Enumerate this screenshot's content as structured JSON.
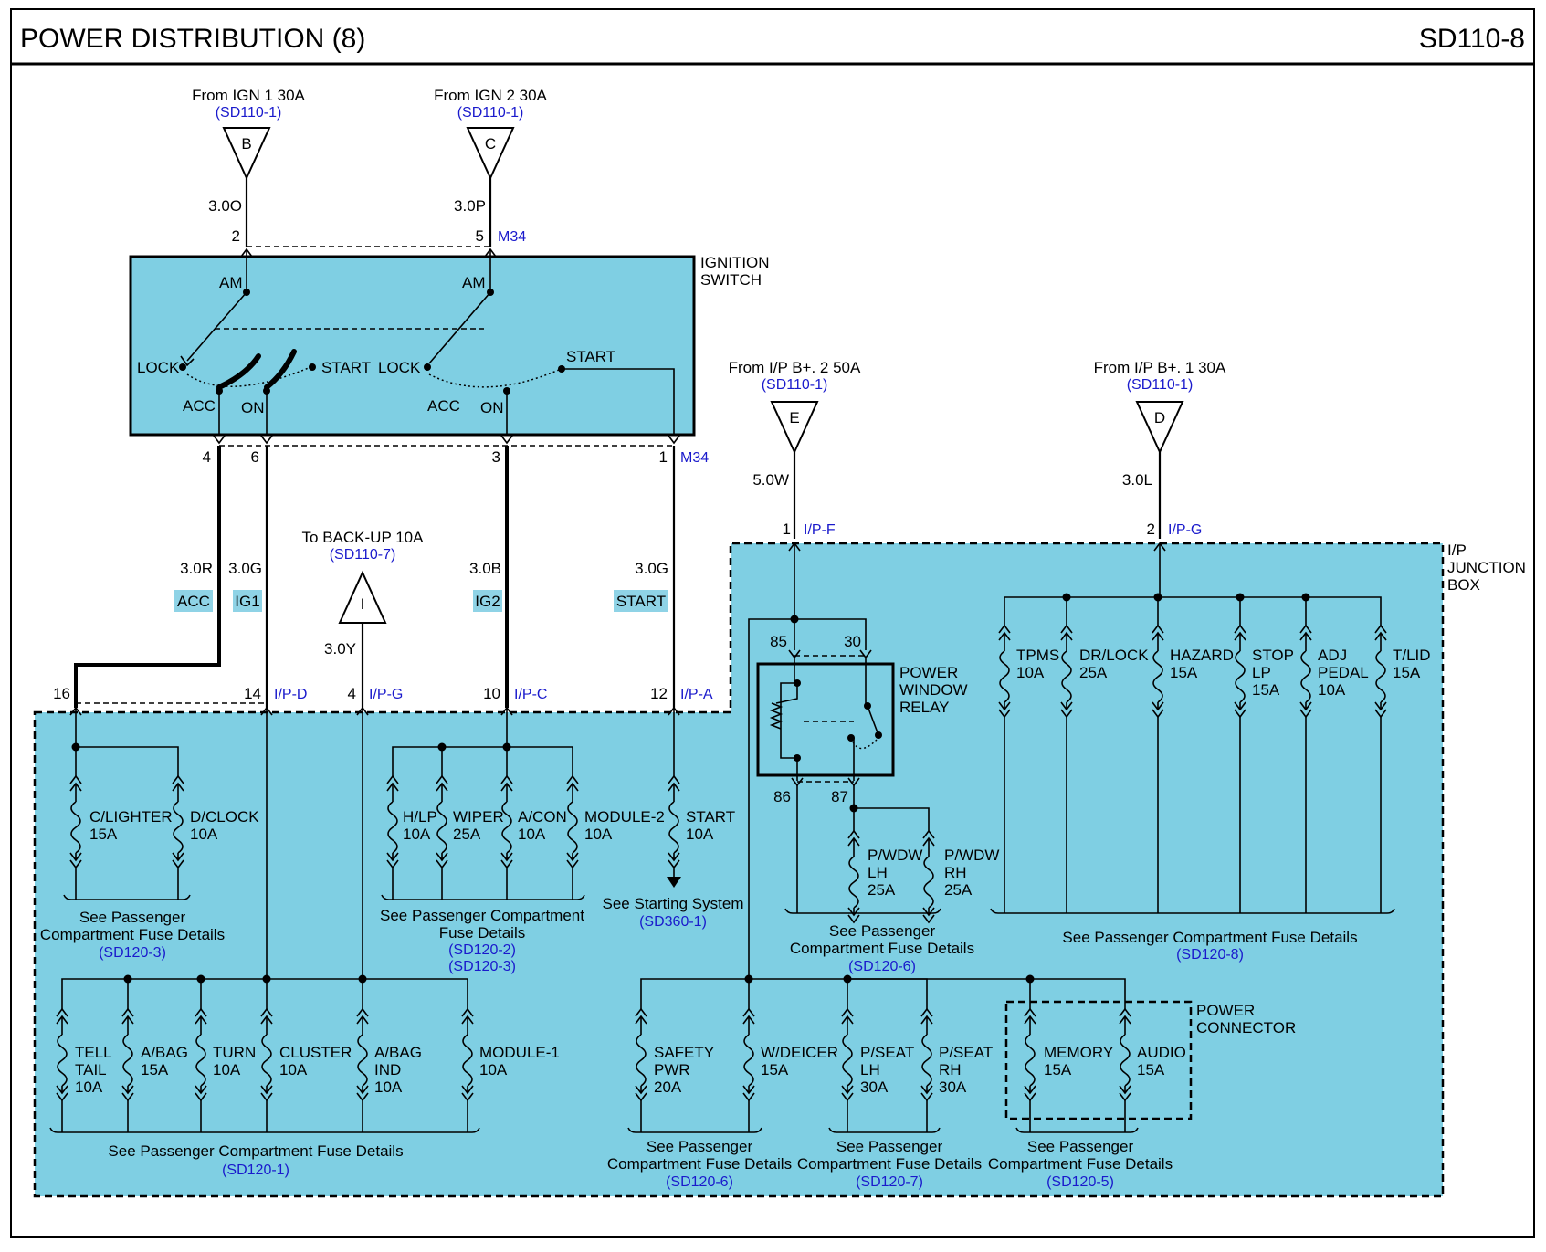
{
  "header": {
    "title": "POWER DISTRIBUTION (8)",
    "code": "SD110-8"
  },
  "colors": {
    "box": "#7fcfe3",
    "ref": "#1a1acc",
    "tag": "#8fd3e6"
  },
  "sources": {
    "b": {
      "label": "From IGN 1 30A",
      "ref": "(SD110-1)",
      "letter": "B",
      "wire": "3.0O"
    },
    "c": {
      "label": "From IGN 2 30A",
      "ref": "(SD110-1)",
      "letter": "C",
      "wire": "3.0P"
    },
    "e": {
      "label": "From I/P B+. 2 50A",
      "ref": "(SD110-1)",
      "letter": "E",
      "wire": "5.0W"
    },
    "d": {
      "label": "From I/P B+. 1 30A",
      "ref": "(SD110-1)",
      "letter": "D",
      "wire": "3.0L"
    },
    "i": {
      "label": "To BACK-UP 10A",
      "ref": "(SD110-7)",
      "letter": "I",
      "wire": "3.0Y"
    }
  },
  "ignition": {
    "title1": "IGNITION",
    "title2": "SWITCH",
    "connector": "M34",
    "am": "AM",
    "lock": "LOCK",
    "acc": "ACC",
    "on": "ON",
    "start": "START",
    "pins": {
      "p2": "2",
      "p5": "5",
      "p4": "4",
      "p6": "6",
      "p3": "3",
      "p1": "1"
    }
  },
  "wires": {
    "w4": "3.0R",
    "w6": "3.0G",
    "w3": "3.0B",
    "w1": "3.0G"
  },
  "tags": {
    "acc": "ACC",
    "ig1": "IG1",
    "ig2": "IG2",
    "start": "START"
  },
  "ip_connectors": {
    "p16": "16",
    "p14": "14",
    "ipd": "I/P-D",
    "p4": "4",
    "ipg": "I/P-G",
    "p10": "10",
    "ipc": "I/P-C",
    "p12": "12",
    "ipa": "I/P-A",
    "p1f": "1",
    "ipf": "I/P-F",
    "p2g": "2",
    "ipg2": "I/P-G"
  },
  "junction_box": {
    "line1": "I/P",
    "line2": "JUNCTION",
    "line3": "BOX"
  },
  "relay": {
    "line1": "POWER",
    "line2": "WINDOW",
    "line3": "RELAY",
    "p85": "85",
    "p30": "30",
    "p86": "86",
    "p87": "87"
  },
  "power_connector": {
    "line1": "POWER",
    "line2": "CONNECTOR"
  },
  "fuses": {
    "clighter": {
      "l1": "C/LIGHTER",
      "l2": "15A"
    },
    "dclock": {
      "l1": "D/CLOCK",
      "l2": "10A"
    },
    "hlp": {
      "l1": "H/LP",
      "l2": "10A"
    },
    "wiper": {
      "l1": "WIPER",
      "l2": "25A"
    },
    "acon": {
      "l1": "A/CON",
      "l2": "10A"
    },
    "module2": {
      "l1": "MODULE-2",
      "l2": "10A"
    },
    "start": {
      "l1": "START",
      "l2": "10A"
    },
    "telltail": {
      "l1": "TELL",
      "l2": "TAIL",
      "l3": "10A"
    },
    "abag": {
      "l1": "A/BAG",
      "l2": "15A"
    },
    "turn": {
      "l1": "TURN",
      "l2": "10A"
    },
    "cluster": {
      "l1": "CLUSTER",
      "l2": "10A"
    },
    "abagind": {
      "l1": "A/BAG",
      "l2": "IND",
      "l3": "10A"
    },
    "module1": {
      "l1": "MODULE-1",
      "l2": "10A"
    },
    "pwdwlh": {
      "l1": "P/WDW",
      "l2": "LH",
      "l3": "25A"
    },
    "pwdwrh": {
      "l1": "P/WDW",
      "l2": "RH",
      "l3": "25A"
    },
    "tpms": {
      "l1": "TPMS",
      "l2": "10A"
    },
    "drlock": {
      "l1": "DR/LOCK",
      "l2": "25A"
    },
    "hazard": {
      "l1": "HAZARD",
      "l2": "15A"
    },
    "stoplp": {
      "l1": "STOP",
      "l2": "LP",
      "l3": "15A"
    },
    "adjpedal": {
      "l1": "ADJ",
      "l2": "PEDAL",
      "l3": "10A"
    },
    "tlid": {
      "l1": "T/LID",
      "l2": "15A"
    },
    "safetypwr": {
      "l1": "SAFETY",
      "l2": "PWR",
      "l3": "20A"
    },
    "wdeicer": {
      "l1": "W/DEICER",
      "l2": "15A"
    },
    "pseatlh": {
      "l1": "P/SEAT",
      "l2": "LH",
      "l3": "30A"
    },
    "pseatrh": {
      "l1": "P/SEAT",
      "l2": "RH",
      "l3": "30A"
    },
    "memory": {
      "l1": "MEMORY",
      "l2": "15A"
    },
    "audio": {
      "l1": "AUDIO",
      "l2": "15A"
    }
  },
  "notes": {
    "n1": {
      "l1": "See Passenger",
      "l2": "Compartment Fuse Details",
      "ref": "(SD120-3)"
    },
    "n2": {
      "l1": "See Passenger Compartment",
      "l2": "Fuse Details",
      "ref1": "(SD120-2)",
      "ref2": "(SD120-3)"
    },
    "n3": {
      "l1": "See Starting System",
      "ref": "(SD360-1)"
    },
    "n4": {
      "l1": "See Passenger",
      "l2": "Compartment Fuse Details",
      "ref": "(SD120-6)"
    },
    "n5": {
      "l1": "See Passenger Compartment Fuse Details",
      "ref": "(SD120-8)"
    },
    "n6": {
      "l1": "See Passenger Compartment Fuse Details",
      "ref": "(SD120-1)"
    },
    "n7": {
      "l1": "See Passenger",
      "l2": "Compartment Fuse Details",
      "ref": "(SD120-6)"
    },
    "n8": {
      "l1": "See Passenger",
      "l2": "Compartment Fuse Details",
      "ref": "(SD120-7)"
    },
    "n9": {
      "l1": "See Passenger",
      "l2": "Compartment Fuse Details",
      "ref": "(SD120-5)"
    }
  }
}
